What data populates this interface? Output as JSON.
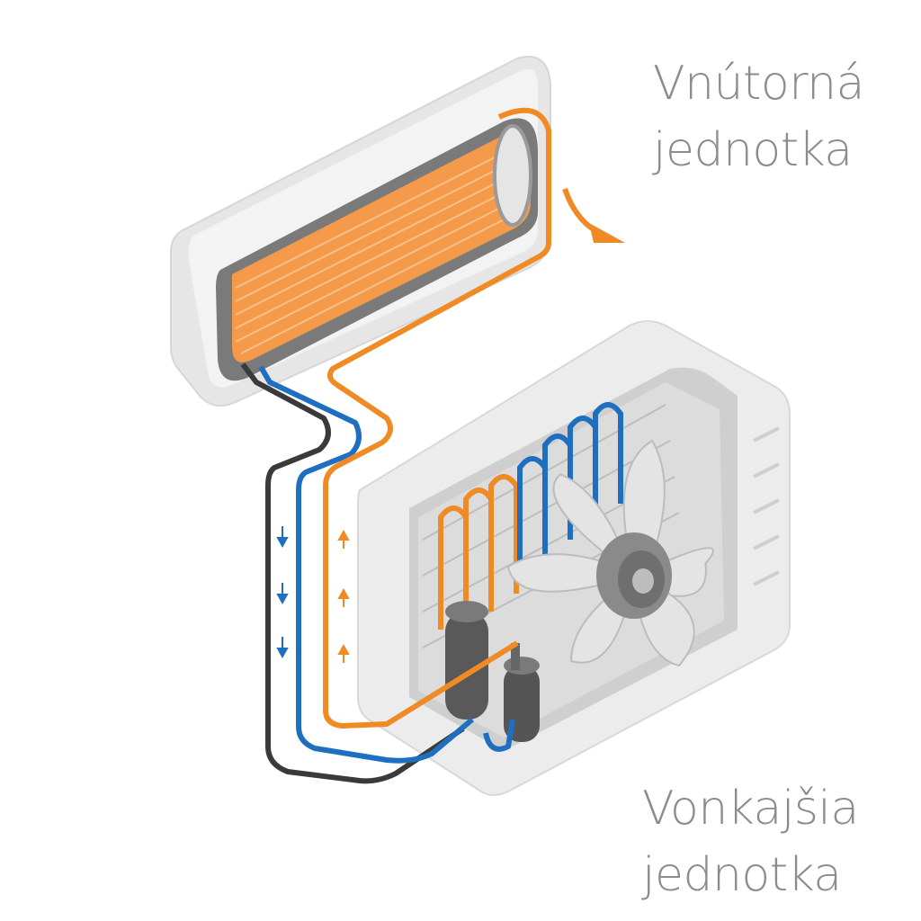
{
  "labels": {
    "indoor_line1": "Vnútorná",
    "indoor_line2": "jednotka",
    "outdoor_line1": "Vonkajšia",
    "outdoor_line2": "jednotka"
  },
  "colors": {
    "hot_pipe": "#f08a24",
    "cold_pipe": "#1f6fc0",
    "dark_pipe": "#3a3a3a",
    "casing": "#eeeeee",
    "label_text": "#8c8c8c"
  },
  "icons": [
    "arrow-down-icon",
    "arrow-up-icon",
    "fan-icon",
    "compressor-icon",
    "airflow-arrow-icon"
  ]
}
